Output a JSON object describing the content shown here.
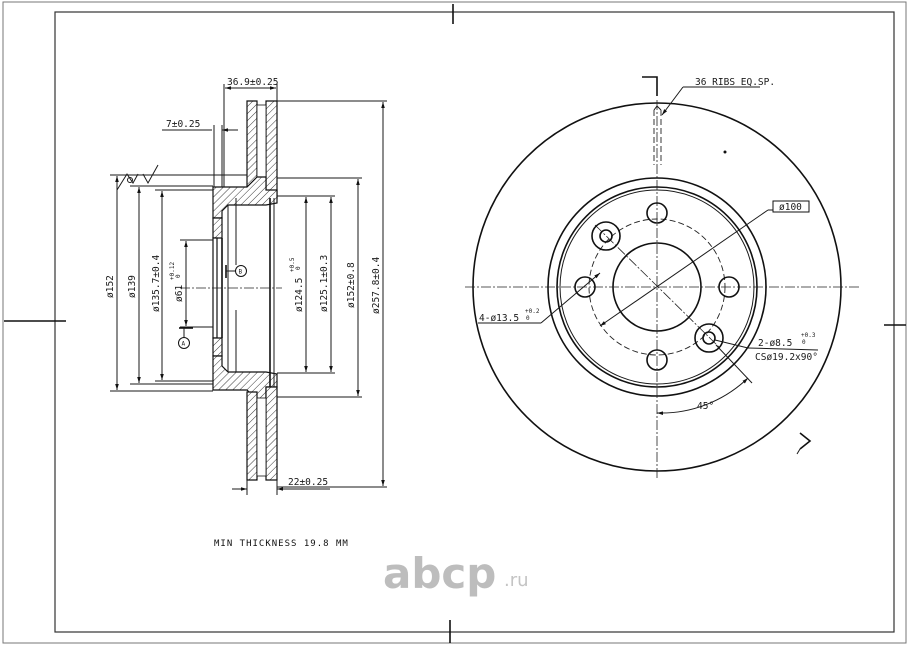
{
  "drawing": {
    "type": "brake-disc-technical-drawing",
    "section_view": {
      "dimensions": {
        "overall_height": "36.9±0.25",
        "hat_flange_thickness": "7±0.25",
        "disc_thickness": "22±0.25",
        "dia_152_left": "ø152",
        "dia_139": "ø139",
        "dia_135_7": "ø135.7±0.4",
        "dia_61": "ø61",
        "dia_61_tol_upper": "+0.12",
        "dia_61_tol_lower": "0",
        "dia_124_5": "ø124.5",
        "dia_124_5_tol_upper": "+0.5",
        "dia_124_5_tol_lower": "0",
        "dia_125_1": "ø125.1±0.3",
        "dia_152_right": "ø152±0.8",
        "dia_257_8": "ø257.8±0.4"
      },
      "datums": {
        "a": "A",
        "b": "B"
      }
    },
    "face_view": {
      "ribs_note": "36 RIBS EQ.SP.",
      "pcd_box": "ø100",
      "bolt_holes": "4-ø13.5",
      "bolt_holes_tol_upper": "+0.2",
      "bolt_holes_tol_lower": "0",
      "locating_holes": "2-ø8.5",
      "locating_holes_tol_upper": "+0.3",
      "locating_holes_tol_lower": "0",
      "countersink": "CSø19.2x90°",
      "angle": "45°"
    },
    "notes": {
      "min_thickness": "MIN THICKNESS 19.8 MM"
    },
    "watermark": {
      "brand": "abcp",
      "tld": ".ru"
    },
    "colors": {
      "line": "#1a1a1a",
      "watermark": "#bdbdbd",
      "background": "#ffffff"
    }
  }
}
